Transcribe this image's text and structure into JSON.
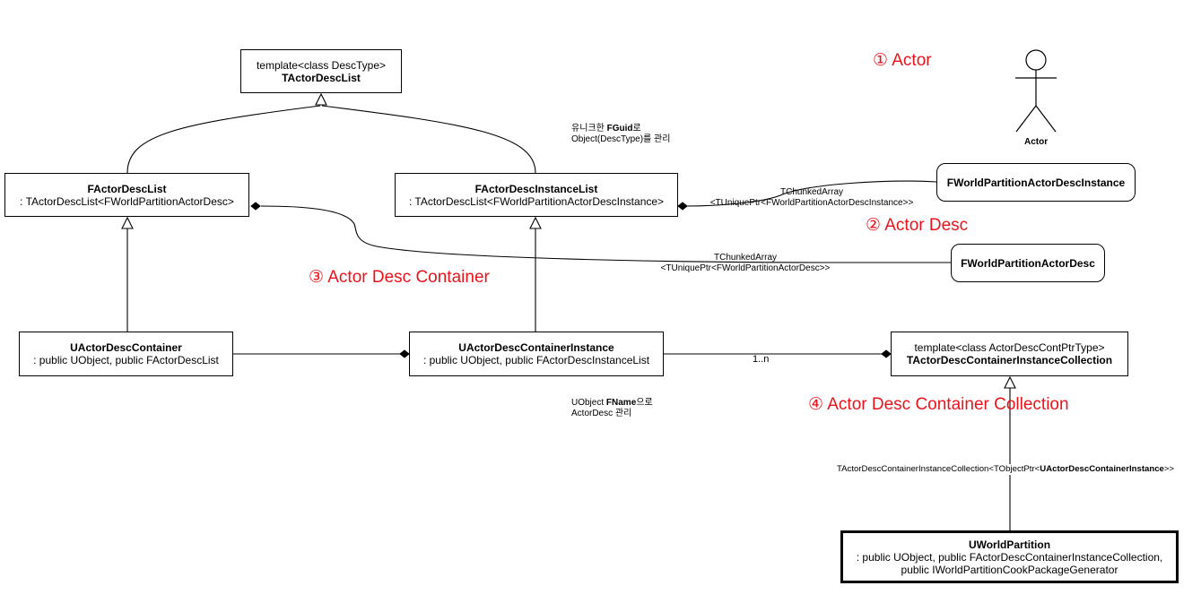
{
  "boxes": {
    "tactordesclist": {
      "line1": "template<class DescType>",
      "line2": "TActorDescList"
    },
    "factordesclist": {
      "title": "FActorDescList",
      "sub": ": TActorDescList<FWorldPartitionActorDesc>"
    },
    "factordescinstancelist": {
      "title": "FActorDescInstanceList",
      "sub": ": TActorDescList<FWorldPartitionActorDescInstance>"
    },
    "uactordesccontainer": {
      "title": "UActorDescContainer",
      "sub": ": public UObject, public FActorDescList"
    },
    "uactordesccontainerinstance": {
      "title": "UActorDescContainerInstance",
      "sub": ": public UObject, public FActorDescInstanceList"
    },
    "collection": {
      "line1": "template<class ActorDescContPtrType>",
      "line2": "TActorDescContainerInstanceCollection"
    },
    "uworldpartition": {
      "title": "UWorldPartition",
      "sub1": ": public UObject, public FActorDescContainerInstanceCollection,",
      "sub2": "public IWorldPartitionCookPackageGenerator"
    },
    "fwpadi": {
      "title": "FWorldPartitionActorDescInstance"
    },
    "fwpad": {
      "title": "FWorldPartitionActorDesc"
    }
  },
  "notes": {
    "fguid_pre": "유니크한 ",
    "fguid_bold": "FGuid",
    "fguid_post": "로",
    "fguid_line2": "Object(DescType)를 관리",
    "fname_pre": "UObject ",
    "fname_bold": "FName",
    "fname_post": "으로",
    "fname_line2": "ActorDesc 관리"
  },
  "edge_labels": {
    "chunked1_a": "TChunkedArray",
    "chunked1_b": "<TUniquePtr<FWorldPartitionActorDescInstance>>",
    "chunked2_a": "TChunkedArray",
    "chunked2_b": "<TUniquePtr<FWorldPartitionActorDesc>>",
    "multiplicity": "1..n",
    "collection_pre": "TActorDescContainerInstanceCollection<TObjectPtr<",
    "collection_bold": "UActorDescContainerInstance",
    "collection_post": ">>"
  },
  "callouts": {
    "c1": "① Actor",
    "c2": "② Actor Desc",
    "c3": "③ Actor Desc Container",
    "c4": "④ Actor Desc Container Collection"
  },
  "actor": {
    "label": "Actor"
  },
  "colors": {
    "callout": "#e8141c",
    "line": "#000000"
  }
}
